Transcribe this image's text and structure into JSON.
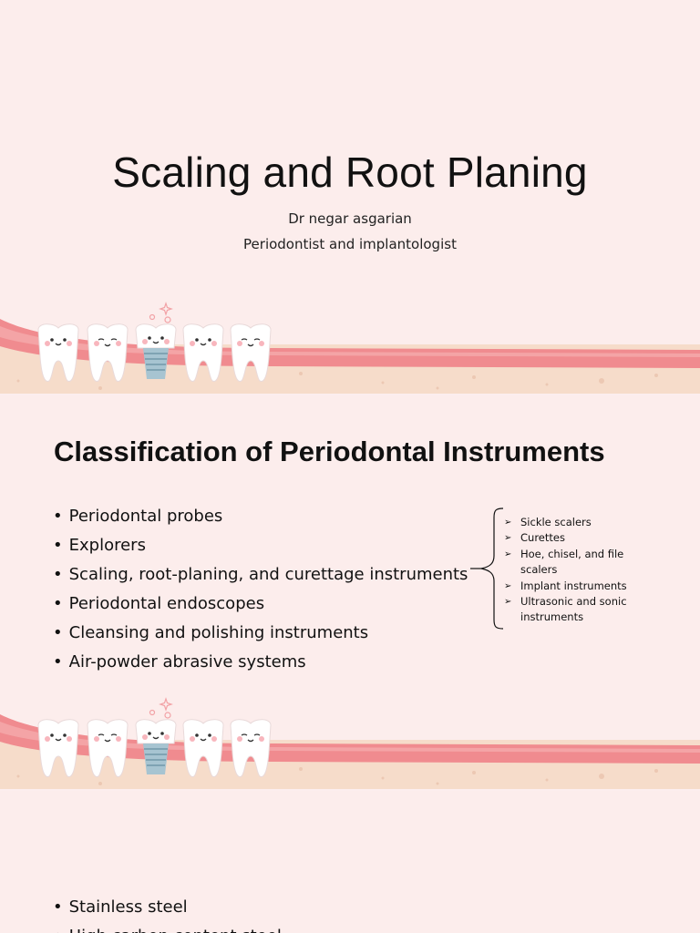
{
  "slides": [
    {
      "title": "Scaling and Root Planing",
      "subtitle_lines": [
        "Dr negar asgarian",
        "Periodontist and implantologist"
      ]
    },
    {
      "title": "Classification of Periodontal Instruments",
      "bullets": [
        "Periodontal probes",
        "Explorers",
        "Scaling, root-planing, and curettage instruments",
        "Periodontal endoscopes",
        "Cleansing and polishing instruments",
        "Air-powder abrasive systems"
      ],
      "sub_items": [
        "Sickle scalers",
        "Curettes",
        "Hoe, chisel, and file scalers",
        "Implant instruments",
        "Ultrasonic and sonic instruments"
      ]
    },
    {
      "bullets": [
        "Stainless steel",
        "High carbon content steel"
      ]
    }
  ],
  "colors": {
    "background": "#fcedec",
    "gum": "#f08b8f",
    "gum_light": "#f4a4a6",
    "sand": "#f6dcca",
    "tooth": "#ffffff",
    "implant": "#a7c4d1"
  },
  "icons": [
    "tooth-icon",
    "implant-tooth-icon",
    "sparkle-icon",
    "right-arrow-bullet-icon",
    "curly-brace-icon"
  ]
}
